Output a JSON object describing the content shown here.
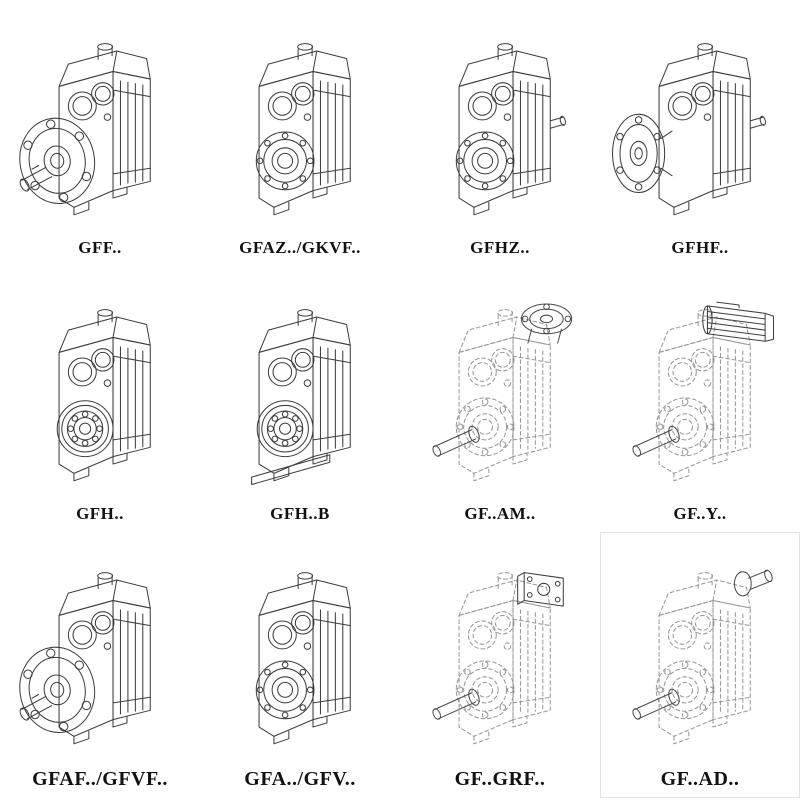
{
  "page": {
    "background": "#ffffff",
    "line_color": "#3d3d3d",
    "dashed_line_color": "#979797",
    "label_color": "#111111",
    "description": "Catalog sheet of GF-series helical gear reducer mounting variants, technical isometric line drawings"
  },
  "grid": {
    "columns": 4,
    "rows": 3,
    "cells": [
      {
        "label": "GFF..",
        "drawing": "flange-shaft",
        "style": "solid"
      },
      {
        "label": "GFAZ../GKVF..",
        "drawing": "hollow-bore",
        "style": "solid"
      },
      {
        "label": "GFHZ..",
        "drawing": "hollow-bore-stub",
        "style": "solid"
      },
      {
        "label": "GFHF..",
        "drawing": "side-flange",
        "style": "solid"
      },
      {
        "label": "GFH..",
        "drawing": "bearing-bore",
        "style": "solid"
      },
      {
        "label": "GFH..B",
        "drawing": "bearing-bore-base",
        "style": "solid"
      },
      {
        "label": "GF..AM..",
        "drawing": "motor-flange",
        "style": "dashed"
      },
      {
        "label": "GF..Y..",
        "drawing": "with-motor",
        "style": "dashed"
      },
      {
        "label": "GFAF../GFVF..",
        "drawing": "flange-shaft",
        "style": "solid"
      },
      {
        "label": "GFA../GFV..",
        "drawing": "hollow-bore",
        "style": "solid"
      },
      {
        "label": "GF..GRF..",
        "drawing": "with-adapter",
        "style": "dashed"
      },
      {
        "label": "GF..AD..",
        "drawing": "input-shaft-adapter",
        "style": "dashed"
      }
    ]
  }
}
